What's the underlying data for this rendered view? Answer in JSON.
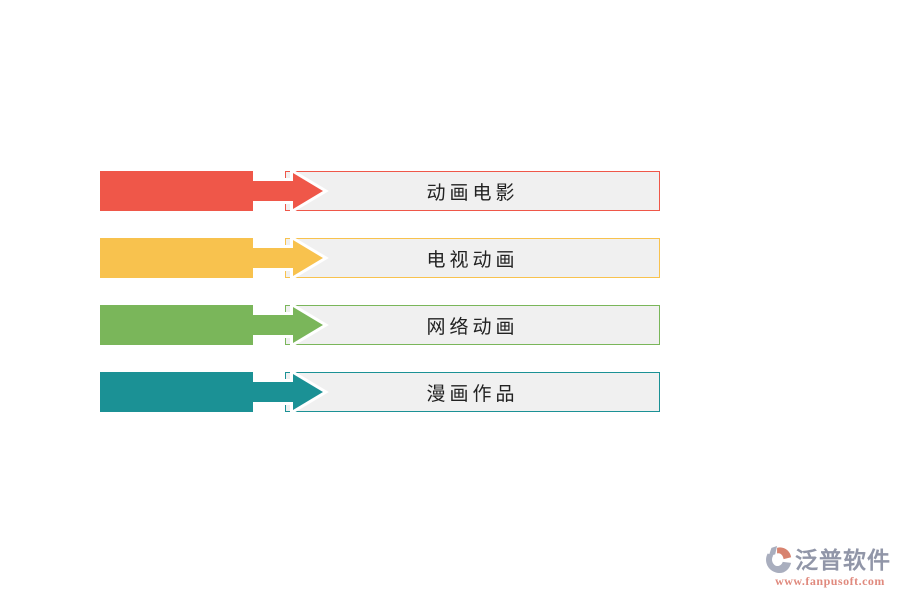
{
  "diagram": {
    "box_fill": "#F0F0F0",
    "text_color": "#222222",
    "rows": [
      {
        "label": "动画电影",
        "color": "#EF5749"
      },
      {
        "label": "电视动画",
        "color": "#F8C24E"
      },
      {
        "label": "网络动画",
        "color": "#7AB65A"
      },
      {
        "label": "漫画作品",
        "color": "#1B9195"
      }
    ]
  },
  "watermark": {
    "brand": "泛普软件",
    "url": "www.fanpusoft.com",
    "brand_color": "#9196A8",
    "url_color": "#E08A7E",
    "logo_icon": "fanpu-swirl-logo",
    "logo_gray": "#A9AEBE",
    "logo_salmon": "#D8836F"
  }
}
